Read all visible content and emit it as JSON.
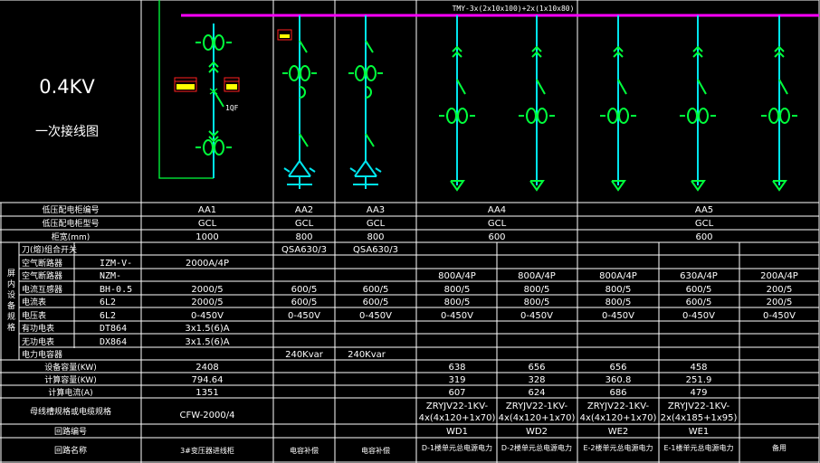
{
  "title": {
    "voltage": "0.4KV",
    "subtitle": "一次接线图"
  },
  "busbar_label": "TMY-3x(2x10x100)+2x(1x10x80)",
  "breaker_label": "1QF",
  "colors": {
    "busbar": "#ff00ff",
    "cyan": "#00e5ee",
    "green": "#00ff3c",
    "grid": "#ffffff",
    "meter_box": "#ff2020",
    "meter_fill": "#ffff00"
  },
  "row_labels": {
    "cabinet_no": "低压配电柜编号",
    "cabinet_type": "低压配电柜型号",
    "width": "柜宽(mm)",
    "device_group": "屏内设备规格",
    "switch": "刀(熔)组合开关",
    "acb": "空气断路器",
    "mccb": "空气断路器",
    "ct": "电流互感器",
    "ammeter": "电流表",
    "voltmeter": "电压表",
    "active_meter": "有功电表",
    "reactive_meter": "无功电表",
    "capacitor": "电力电容器",
    "installed": "设备容量(KW)",
    "calc_power": "计算容量(KW)",
    "calc_current": "计算电流(A)",
    "cable": "母线槽规格或电缆规格",
    "circuit_no": "回路编号",
    "circuit_name": "回路名称"
  },
  "device_models": {
    "acb": "IZM-V-",
    "mccb": "NZM-",
    "ct": "BH-0.5",
    "ammeter": "6L2",
    "voltmeter": "6L2",
    "active_meter": "DT864",
    "reactive_meter": "DX864"
  },
  "cabinets": {
    "aa1": {
      "no": "AA1",
      "type": "GCL",
      "width": "1000"
    },
    "aa2": {
      "no": "AA2",
      "type": "GCL",
      "width": "800"
    },
    "aa3": {
      "no": "AA3",
      "type": "GCL",
      "width": "800"
    },
    "aa4": {
      "no": "AA4",
      "type": "GCL",
      "width": "600"
    },
    "aa5": {
      "no": "AA5",
      "type": "GCL",
      "width": "600"
    }
  },
  "c1": {
    "acb": "2000A/4P",
    "ct": "2000/5",
    "ammeter": "2000/5",
    "voltmeter": "0-450V",
    "active_meter": "3x1.5(6)A",
    "reactive_meter": "3x1.5(6)A",
    "installed": "2408",
    "calc_power": "794.64",
    "calc_current": "1351",
    "cable": "CFW-2000/4",
    "name": "3#变压器进线柜"
  },
  "c2": {
    "switch": "QSA630/3",
    "ct": "600/5",
    "ammeter": "600/5",
    "voltmeter": "0-450V",
    "capacitor": "240Kvar",
    "name": "电容补偿"
  },
  "c3": {
    "switch": "QSA630/3",
    "ct": "600/5",
    "ammeter": "600/5",
    "voltmeter": "0-450V",
    "capacitor": "240Kvar",
    "name": "电容补偿"
  },
  "f1": {
    "mccb": "800A/4P",
    "ct": "800/5",
    "ammeter": "800/5",
    "voltmeter": "0-450V",
    "installed": "638",
    "calc_power": "319",
    "calc_current": "607",
    "cable1": "ZRYJV22-1KV-",
    "cable2": "4x(4x120+1x70)",
    "no": "WD1",
    "name": "D-1楼单元总电源电力"
  },
  "f2": {
    "mccb": "800A/4P",
    "ct": "800/5",
    "ammeter": "800/5",
    "voltmeter": "0-450V",
    "installed": "656",
    "calc_power": "328",
    "calc_current": "624",
    "cable1": "ZRYJV22-1KV-",
    "cable2": "4x(4x120+1x70)",
    "no": "WD2",
    "name": "D-2楼单元总电源电力"
  },
  "f3": {
    "mccb": "800A/4P",
    "ct": "800/5",
    "ammeter": "800/5",
    "voltmeter": "0-450V",
    "installed": "656",
    "calc_power": "360.8",
    "calc_current": "686",
    "cable1": "ZRYJV22-1KV-",
    "cable2": "4x(4x120+1x70)",
    "no": "WE2",
    "name": "E-2楼单元总电源电力"
  },
  "f4": {
    "mccb": "630A/4P",
    "ct": "600/5",
    "ammeter": "600/5",
    "voltmeter": "0-450V",
    "installed": "458",
    "calc_power": "251.9",
    "calc_current": "479",
    "cable1": "ZRYJV22-1KV-",
    "cable2": "2x(4x185+1x95)",
    "no": "WE1",
    "name": "E-1楼单元总电源电力"
  },
  "f5": {
    "mccb": "200A/4P",
    "ct": "200/5",
    "ammeter": "200/5",
    "voltmeter": "0-450V",
    "name": "备用"
  }
}
